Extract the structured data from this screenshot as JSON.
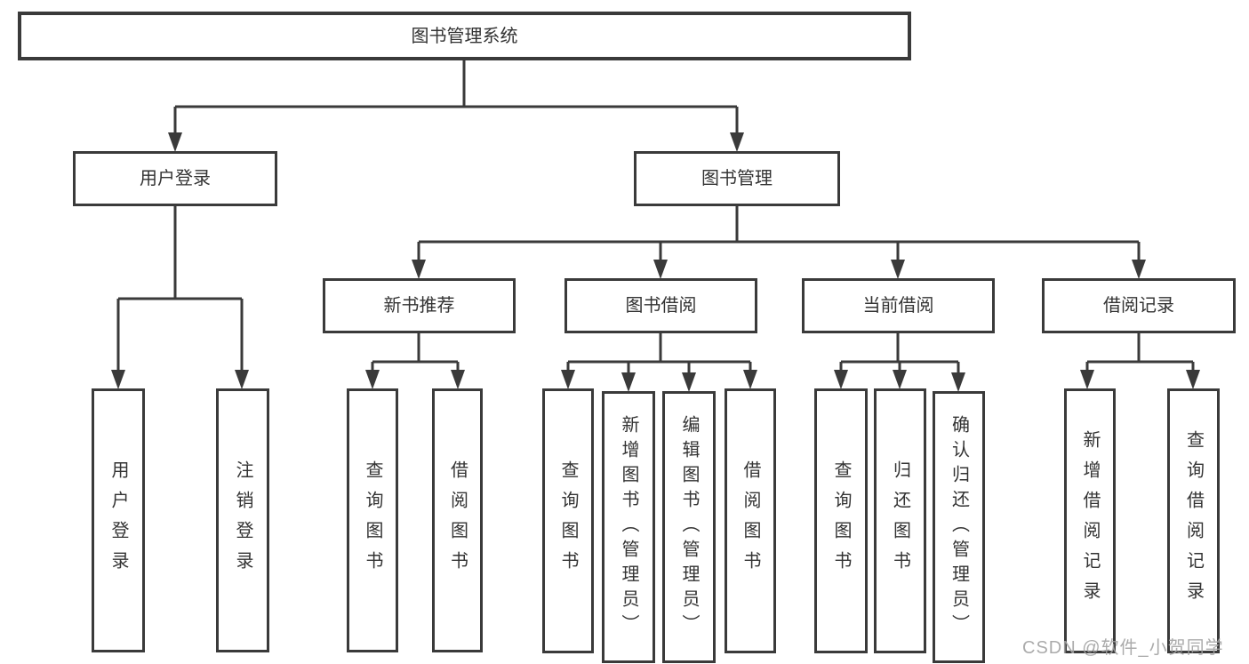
{
  "tree": {
    "label": "图书管理系统",
    "children": [
      {
        "label": "用户登录",
        "children": [
          {
            "label": "用户登录"
          },
          {
            "label": "注销登录"
          }
        ]
      },
      {
        "label": "图书管理",
        "children": [
          {
            "label": "新书推荐",
            "children": [
              {
                "label": "查询图书"
              },
              {
                "label": "借阅图书"
              }
            ]
          },
          {
            "label": "图书借阅",
            "children": [
              {
                "label": "查询图书"
              },
              {
                "label": "新增图书（管理员）"
              },
              {
                "label": "编辑图书（管理员）"
              },
              {
                "label": "借阅图书"
              }
            ]
          },
          {
            "label": "当前借阅",
            "children": [
              {
                "label": "查询图书"
              },
              {
                "label": "归还图书"
              },
              {
                "label": "确认归还（管理员）"
              }
            ]
          },
          {
            "label": "借阅记录",
            "children": [
              {
                "label": "新增借阅记录"
              },
              {
                "label": "查询借阅记录"
              }
            ]
          }
        ]
      }
    ]
  },
  "watermark": {
    "text": "CSDN @软件_小贺同学"
  },
  "colors": {
    "line": "#3a3a3a",
    "text": "#333333",
    "watermark": "#a3a3a3",
    "bg": "#ffffff"
  }
}
